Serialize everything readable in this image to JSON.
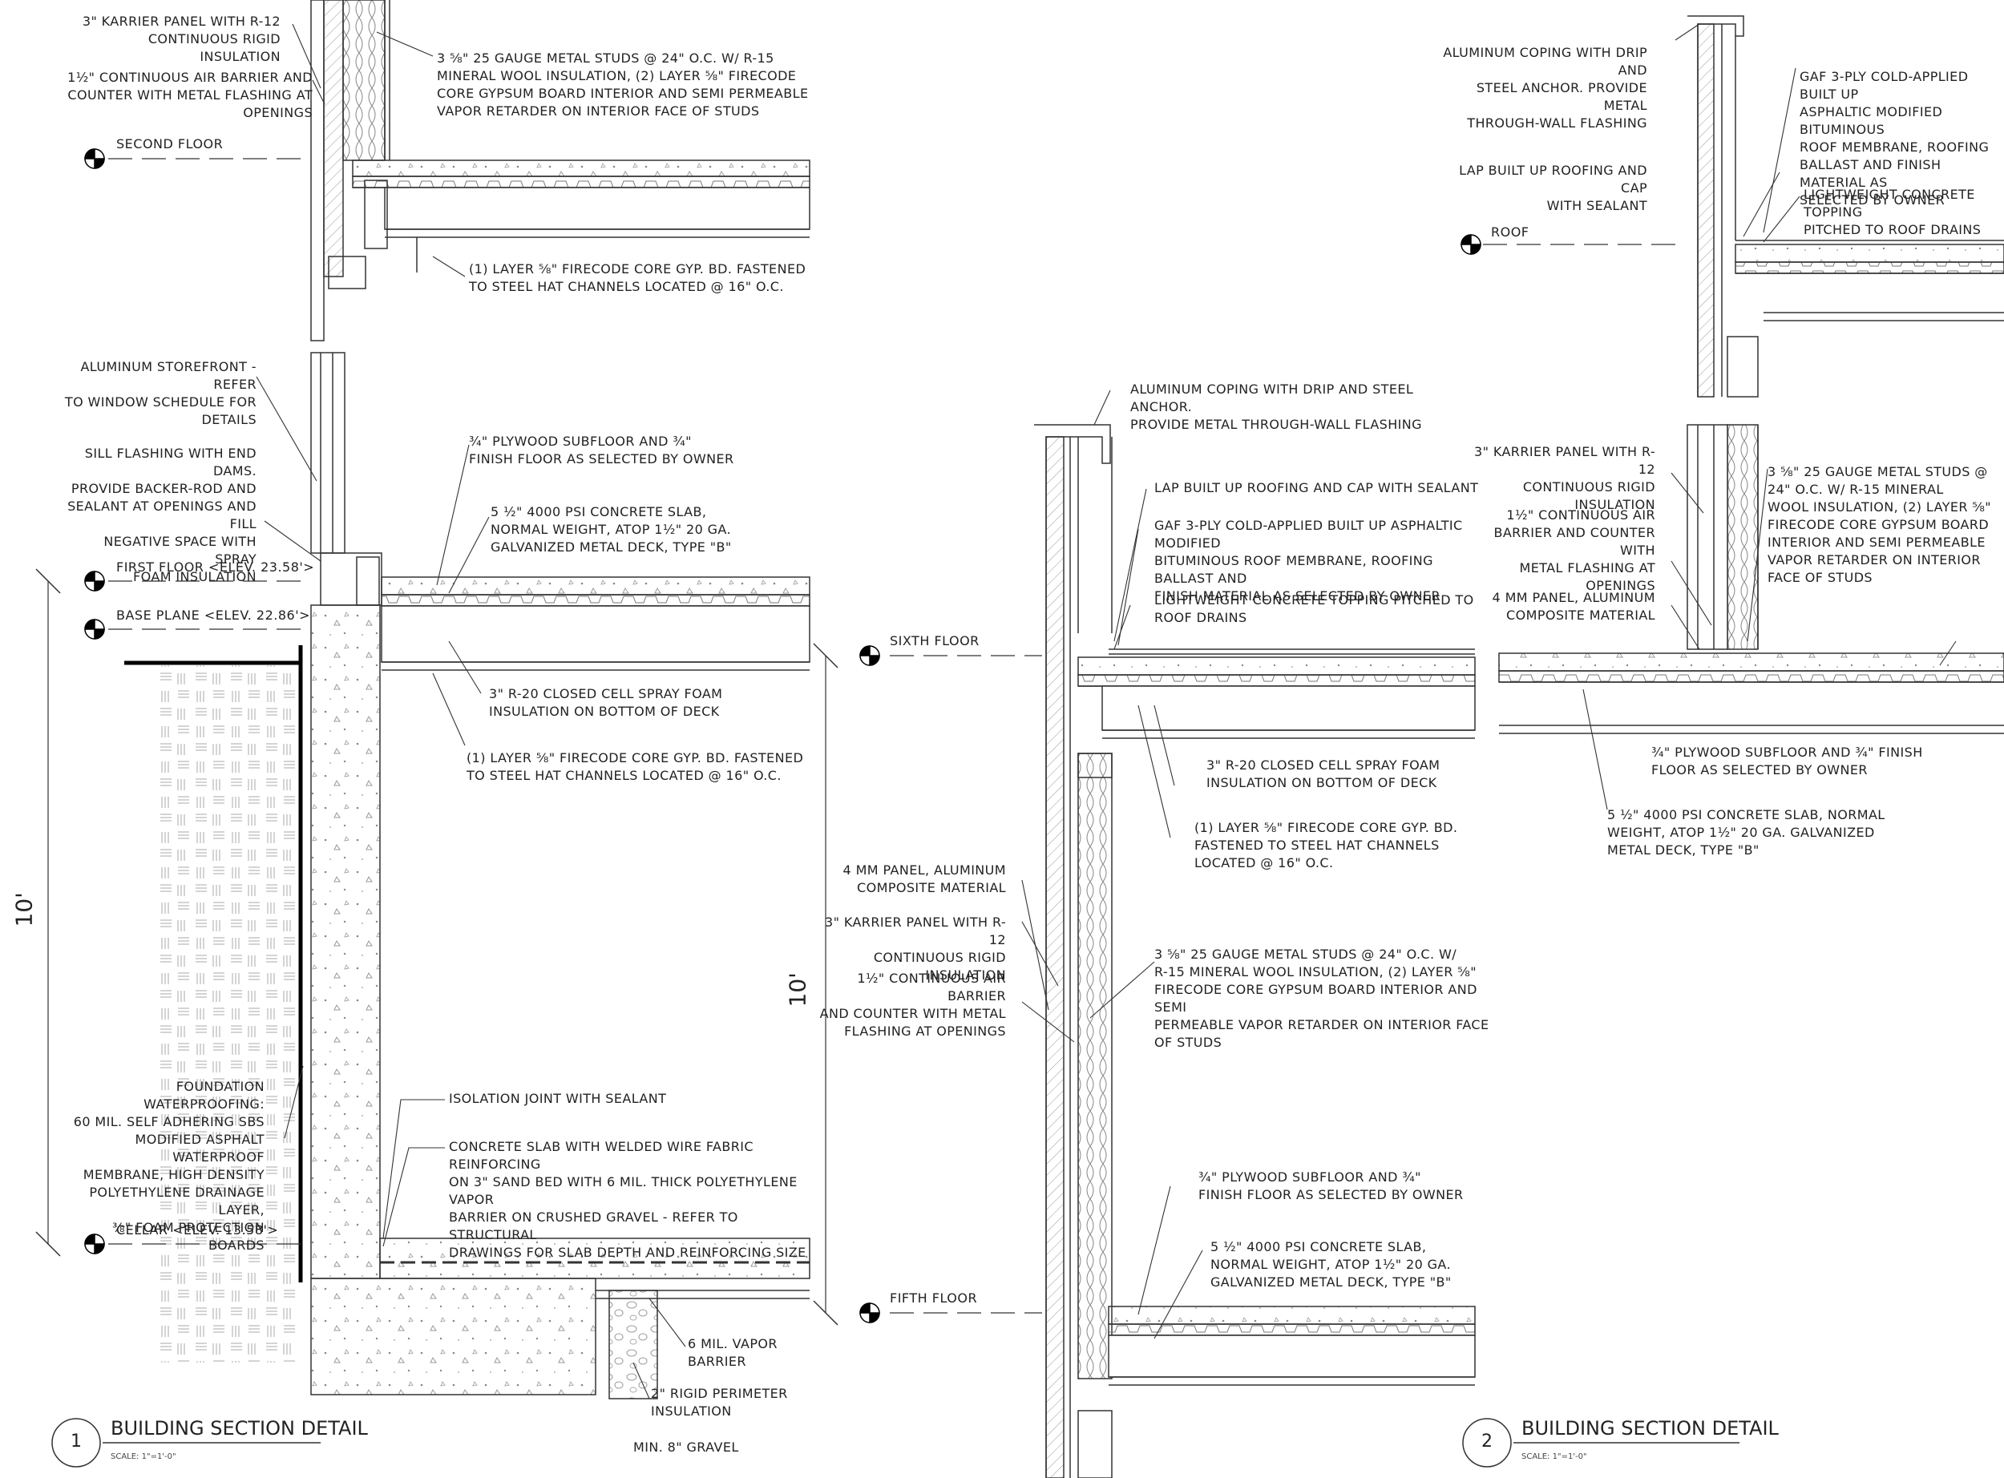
{
  "detail1": {
    "number": "1",
    "title": "BUILDING SECTION DETAIL",
    "scale": "SCALE: 1\"=1'-0\"",
    "dimension": "10'",
    "levels": {
      "second_floor": "SECOND FLOOR",
      "first_floor": "FIRST FLOOR <ELEV. 23.58'>",
      "base_plane": "BASE PLANE <ELEV. 22.86'>",
      "cellar": "CELLAR <ELEV. 13.58'>"
    },
    "notes": {
      "karrier": "3\" KARRIER PANEL WITH R-12\nCONTINUOUS RIGID INSULATION",
      "air_barrier": "1½\" CONTINUOUS AIR BARRIER AND\nCOUNTER WITH METAL FLASHING AT\nOPENINGS",
      "studs": "3 ⅝\" 25 GAUGE METAL STUDS @ 24\" O.C. W/ R-15\nMINERAL WOOL INSULATION, (2) LAYER ⅝\" FIRECODE\nCORE GYPSUM BOARD INTERIOR AND SEMI PERMEABLE\nVAPOR RETARDER ON INTERIOR FACE OF STUDS",
      "gyp_top": "(1) LAYER ⅝\" FIRECODE CORE GYP. BD. FASTENED\nTO STEEL HAT CHANNELS LOCATED @ 16\" O.C.",
      "storefront": "ALUMINUM STOREFRONT - REFER\nTO WINDOW SCHEDULE FOR\nDETAILS",
      "sill": "SILL FLASHING WITH END DAMS.\nPROVIDE BACKER-ROD AND\nSEALANT AT OPENINGS AND FILL\nNEGATIVE SPACE WITH SPRAY\nFOAM INSULATION",
      "plywood": "¾\" PLYWOOD SUBFLOOR AND ¾\"\nFINISH FLOOR AS SELECTED BY OWNER",
      "slab": "5 ½\" 4000 PSI CONCRETE SLAB,\nNORMAL WEIGHT, ATOP 1½\" 20 GA.\nGALVANIZED METAL DECK, TYPE \"B\"",
      "spray_foam": "3\" R-20 CLOSED CELL SPRAY FOAM\nINSULATION ON BOTTOM OF DECK",
      "gyp_mid": "(1) LAYER ⅝\" FIRECODE CORE GYP. BD. FASTENED\nTO STEEL HAT CHANNELS LOCATED @ 16\" O.C.",
      "waterproofing": "FOUNDATION WATERPROOFING:\n60 MIL. SELF ADHERING SBS\nMODIFIED ASPHALT WATERPROOF\nMEMBRANE, HIGH DENSITY\nPOLYETHYLENE DRAINAGE LAYER,\n⅜\" FOAM PROTECTION BOARDS",
      "isolation": "ISOLATION JOINT WITH SEALANT",
      "cellar_slab": "CONCRETE SLAB WITH WELDED WIRE FABRIC REINFORCING\nON 3\" SAND BED WITH 6 MIL. THICK POLYETHYLENE VAPOR\nBARRIER ON CRUSHED GRAVEL - REFER TO STRUCTURAL\nDRAWINGS FOR SLAB DEPTH AND REINFORCING SIZE",
      "vapor": "6 MIL. VAPOR\nBARRIER",
      "rigid": "2\" RIGID PERIMETER\nINSULATION",
      "gravel": "MIN. 8\" GRAVEL"
    }
  },
  "detail2": {
    "number": "2",
    "title": "BUILDING SECTION DETAIL",
    "scale": "SCALE: 1\"=1'-0\"",
    "dimension": "10'",
    "levels": {
      "roof": "ROOF",
      "sixth_floor": "SIXTH FLOOR",
      "fifth_floor": "FIFTH FLOOR"
    },
    "notes": {
      "coping_mid": "ALUMINUM COPING WITH DRIP AND STEEL ANCHOR.\nPROVIDE METAL THROUGH-WALL FLASHING",
      "lap_mid": "LAP BUILT UP ROOFING AND CAP WITH SEALANT",
      "gaf_mid": "GAF 3-PLY COLD-APPLIED BUILT UP ASPHALTIC MODIFIED\nBITUMINOUS ROOF MEMBRANE, ROOFING BALLAST AND\nFINISH MATERIAL AS SELECTED BY OWNER",
      "lwc_mid": "LIGHTWEIGHT CONCRETE TOPPING PITCHED TO\nROOF DRAINS",
      "spray_mid": "3\" R-20 CLOSED CELL SPRAY FOAM\nINSULATION ON BOTTOM OF DECK",
      "gyp_mid": "(1) LAYER ⅝\" FIRECODE CORE GYP. BD.\nFASTENED TO STEEL HAT CHANNELS\nLOCATED @ 16\" O.C.",
      "panel_mid": "4 MM PANEL, ALUMINUM\nCOMPOSITE MATERIAL",
      "karrier_mid": "3\" KARRIER PANEL WITH R-12\nCONTINUOUS RIGID INSULATION",
      "air_mid": "1½\" CONTINUOUS AIR BARRIER\nAND COUNTER WITH METAL\nFLASHING AT OPENINGS",
      "studs_mid": "3 ⅝\" 25 GAUGE METAL STUDS @ 24\" O.C. W/\nR-15 MINERAL WOOL INSULATION, (2) LAYER ⅝\"\nFIRECODE CORE GYPSUM BOARD INTERIOR AND SEMI\nPERMEABLE VAPOR RETARDER ON INTERIOR FACE\nOF STUDS",
      "plywood_mid": "¾\" PLYWOOD SUBFLOOR AND ¾\"\nFINISH FLOOR AS SELECTED BY OWNER",
      "slab_mid": "5 ½\" 4000 PSI CONCRETE SLAB,\nNORMAL WEIGHT, ATOP 1½\" 20 GA.\nGALVANIZED METAL DECK, TYPE \"B\"",
      "coping_right": "ALUMINUM COPING WITH DRIP AND\nSTEEL ANCHOR. PROVIDE METAL\nTHROUGH-WALL FLASHING",
      "gaf_right": "GAF 3-PLY COLD-APPLIED BUILT UP\nASPHALTIC MODIFIED BITUMINOUS\nROOF MEMBRANE, ROOFING\nBALLAST AND FINISH MATERIAL AS\nSELECTED BY OWNER",
      "lap_right": "LAP BUILT UP ROOFING AND CAP\nWITH SEALANT",
      "lwc_right": "LIGHTWEIGHT CONCRETE TOPPING\nPITCHED TO ROOF DRAINS",
      "karrier_right": "3\" KARRIER PANEL WITH R-12\nCONTINUOUS RIGID\nINSULATION",
      "air_right": "1½\" CONTINUOUS AIR\nBARRIER AND COUNTER WITH\nMETAL FLASHING AT\nOPENINGS",
      "panel_right": "4 MM PANEL, ALUMINUM\nCOMPOSITE MATERIAL",
      "studs_right": "3 ⅝\" 25 GAUGE METAL STUDS @\n24\" O.C. W/ R-15 MINERAL\nWOOL INSULATION, (2) LAYER ⅝\"\nFIRECODE CORE GYPSUM BOARD\nINTERIOR AND SEMI PERMEABLE\nVAPOR RETARDER ON INTERIOR\nFACE OF STUDS",
      "plywood_right": "¾\" PLYWOOD SUBFLOOR AND ¾\" FINISH\nFLOOR AS SELECTED BY OWNER",
      "slab_right": "5 ½\" 4000 PSI CONCRETE SLAB, NORMAL\nWEIGHT, ATOP 1½\" 20 GA. GALVANIZED\nMETAL DECK, TYPE \"B\""
    }
  }
}
